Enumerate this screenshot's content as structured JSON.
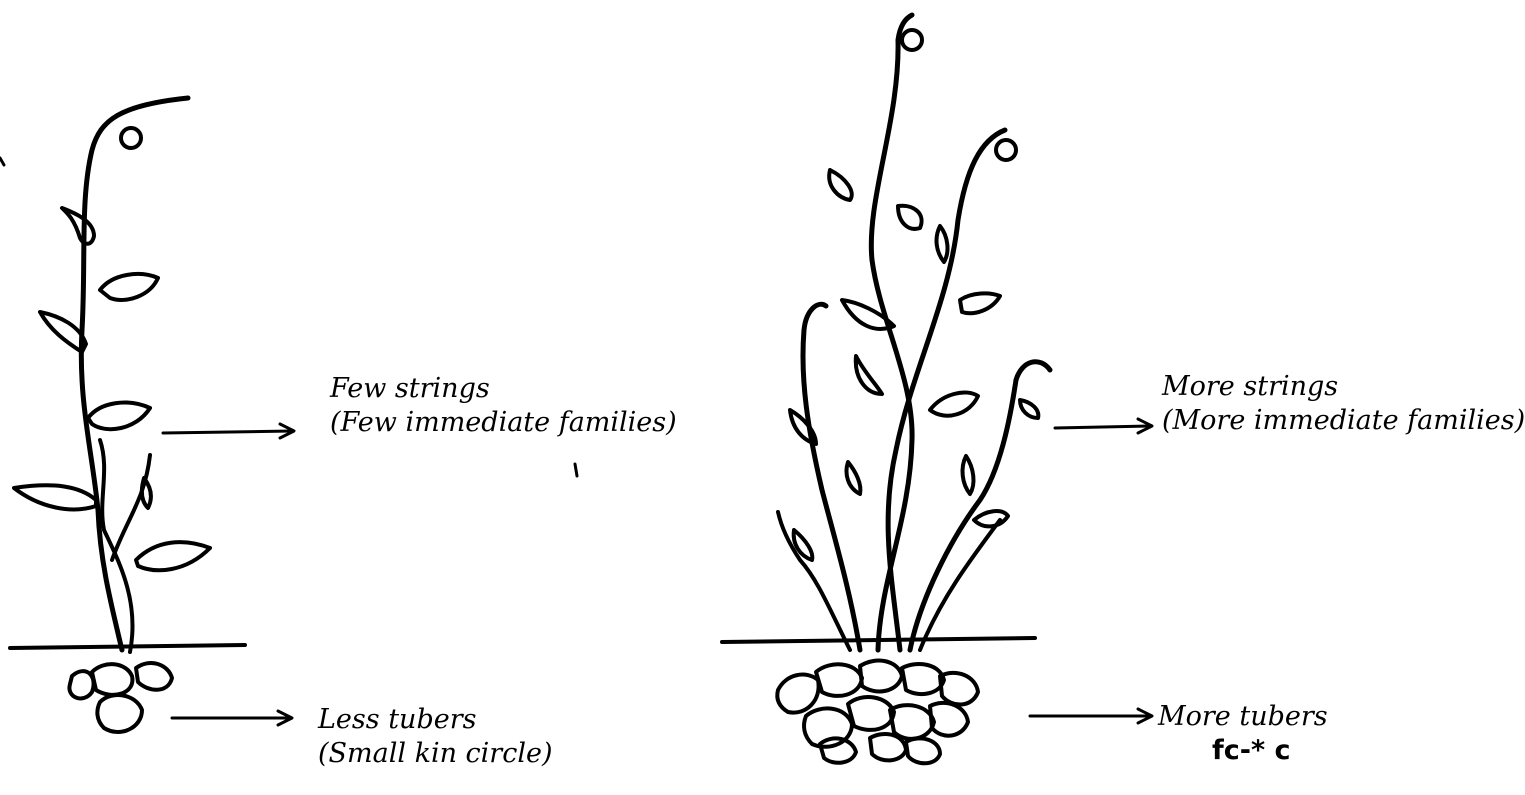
{
  "left_plant": {
    "strings_label": {
      "line1": "Few strings",
      "line2": "(Few immediate families)"
    },
    "tubers_label": {
      "line1": "Less tubers",
      "line2": "(Small kin circle)"
    }
  },
  "right_plant": {
    "strings_label": {
      "line1": "More strings",
      "line2": "(More immediate families)"
    },
    "tubers_label": {
      "line1": "More tubers",
      "line2": "fc-* c"
    }
  }
}
